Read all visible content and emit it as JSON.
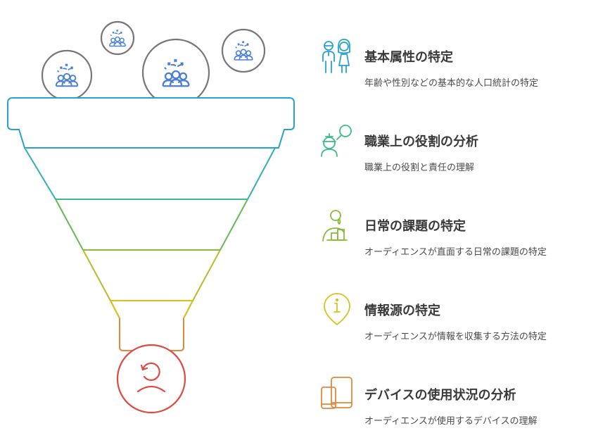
{
  "items": [
    {
      "title": "基本属性の特定",
      "desc": "年齢や性別などの基本的な人口統計の特定",
      "icon": "man-woman-icon",
      "color": "#27a3c9"
    },
    {
      "title": "職業上の役割の分析",
      "desc": "職業上の役割と責任の理解",
      "icon": "worker-search-icon",
      "color": "#3cbc8a"
    },
    {
      "title": "日常の課題の特定",
      "desc": "オーディエンスが直面する日常の課題の特定",
      "icon": "person-struggle-icon",
      "color": "#8ab83a"
    },
    {
      "title": "情報源の特定",
      "desc": "オーディエンスが情報を収集する方法の特定",
      "icon": "info-pin-icon",
      "color": "#d6c21e"
    },
    {
      "title": "デバイスの使用状況の分析",
      "desc": "オーディエンスが使用するデバイスの理解",
      "icon": "devices-icon",
      "color": "#de8a3c"
    }
  ],
  "funnel": {
    "band_colors": [
      "#27a3c9",
      "#3cbc8a",
      "#8ab83a",
      "#d6c21e",
      "#de8a3c"
    ],
    "output_color": "#dd4a44",
    "output_icon": "target-person-icon",
    "audience_icon": "people-group-icon",
    "audience_icon_color": "#4a7fd4",
    "circle_color": "#777777"
  }
}
